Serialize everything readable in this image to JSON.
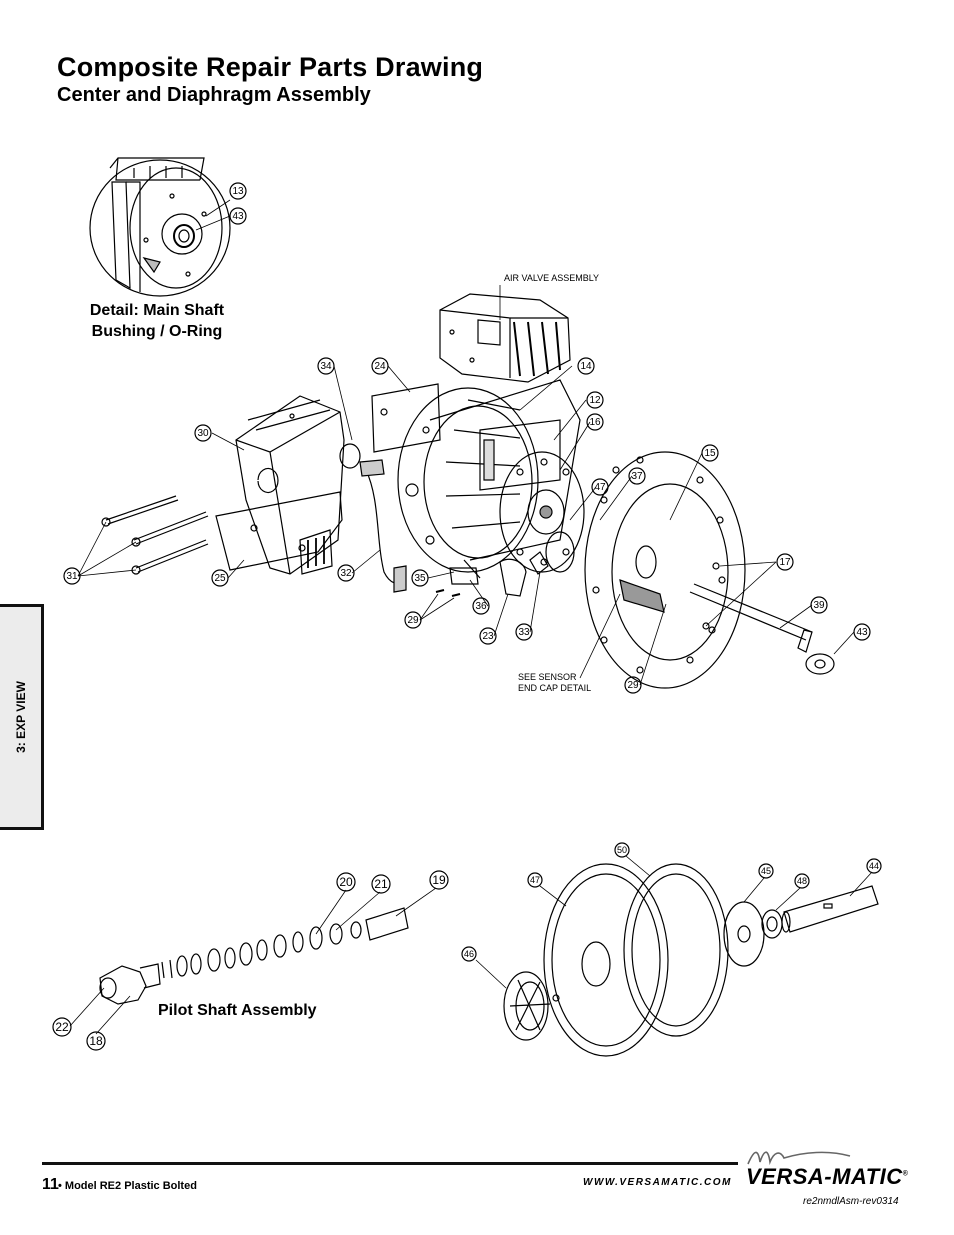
{
  "header": {
    "title": "Composite Repair Parts Drawing",
    "subtitle": "Center and Diaphragm Assembly"
  },
  "side_tab": {
    "label": "3: EXP VIEW"
  },
  "captions": {
    "detail_line1": "Detail: Main Shaft",
    "detail_line2": "Bushing / O-Ring",
    "pilot": "Pilot Shaft Assembly"
  },
  "notes": {
    "air_valve": "AIR VALVE ASSEMBLY",
    "sensor_line1": "SEE SENSOR",
    "sensor_line2": "END CAP DETAIL"
  },
  "callouts": {
    "c13": "13",
    "c43a": "43",
    "c34": "34",
    "c24": "24",
    "c14": "14",
    "c12": "12",
    "c16": "16",
    "c30": "30",
    "c15": "15",
    "c47a": "47",
    "c37": "37",
    "c17": "17",
    "c31": "31",
    "c25": "25",
    "c32": "32",
    "c35": "35",
    "c29a": "29",
    "c36": "36",
    "c23": "23",
    "c33": "33",
    "c39": "39",
    "c43b": "43",
    "c29b": "29",
    "c20": "20",
    "c21": "21",
    "c19": "19",
    "c22": "22",
    "c18": "18",
    "c50": "50",
    "c47b": "47",
    "c45": "45",
    "c48": "48",
    "c44": "44",
    "c46": "46"
  },
  "footer": {
    "page_number": "11",
    "model": "• Model RE2 Plastic Bolted",
    "url": "WWW.VERSAMATIC.COM",
    "brand": "VERSA-MATIC",
    "registered": "®",
    "doc_code": "re2nmdlAsm-rev0314"
  }
}
